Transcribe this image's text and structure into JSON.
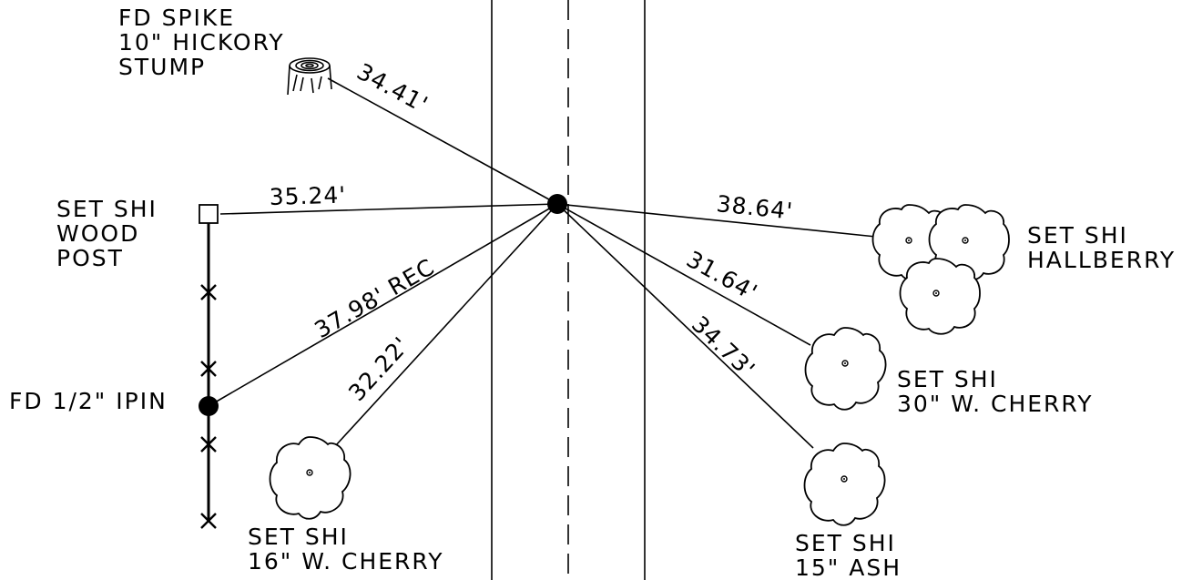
{
  "labels": {
    "stump": [
      "FD SPIKE",
      "10\" HICKORY",
      "STUMP"
    ],
    "post": [
      "SET SHI",
      "WOOD",
      "POST"
    ],
    "ipin": [
      "FD 1/2\" IPIN"
    ],
    "cherry16": [
      "SET SHI",
      "16\" W. CHERRY"
    ],
    "hallberry": [
      "SET SHI",
      "HALLBERRY"
    ],
    "cherry30": [
      "SET SHI",
      "30\" W. CHERRY"
    ],
    "ash": [
      "SET SHI",
      "15\" ASH"
    ]
  },
  "distances": {
    "stump": "34.41'",
    "post": "35.24'",
    "ipin": "37.98' REC",
    "cherry16": "32.22'",
    "hallberry": "38.64'",
    "cherry30": "31.64'",
    "ash": "34.73'"
  }
}
